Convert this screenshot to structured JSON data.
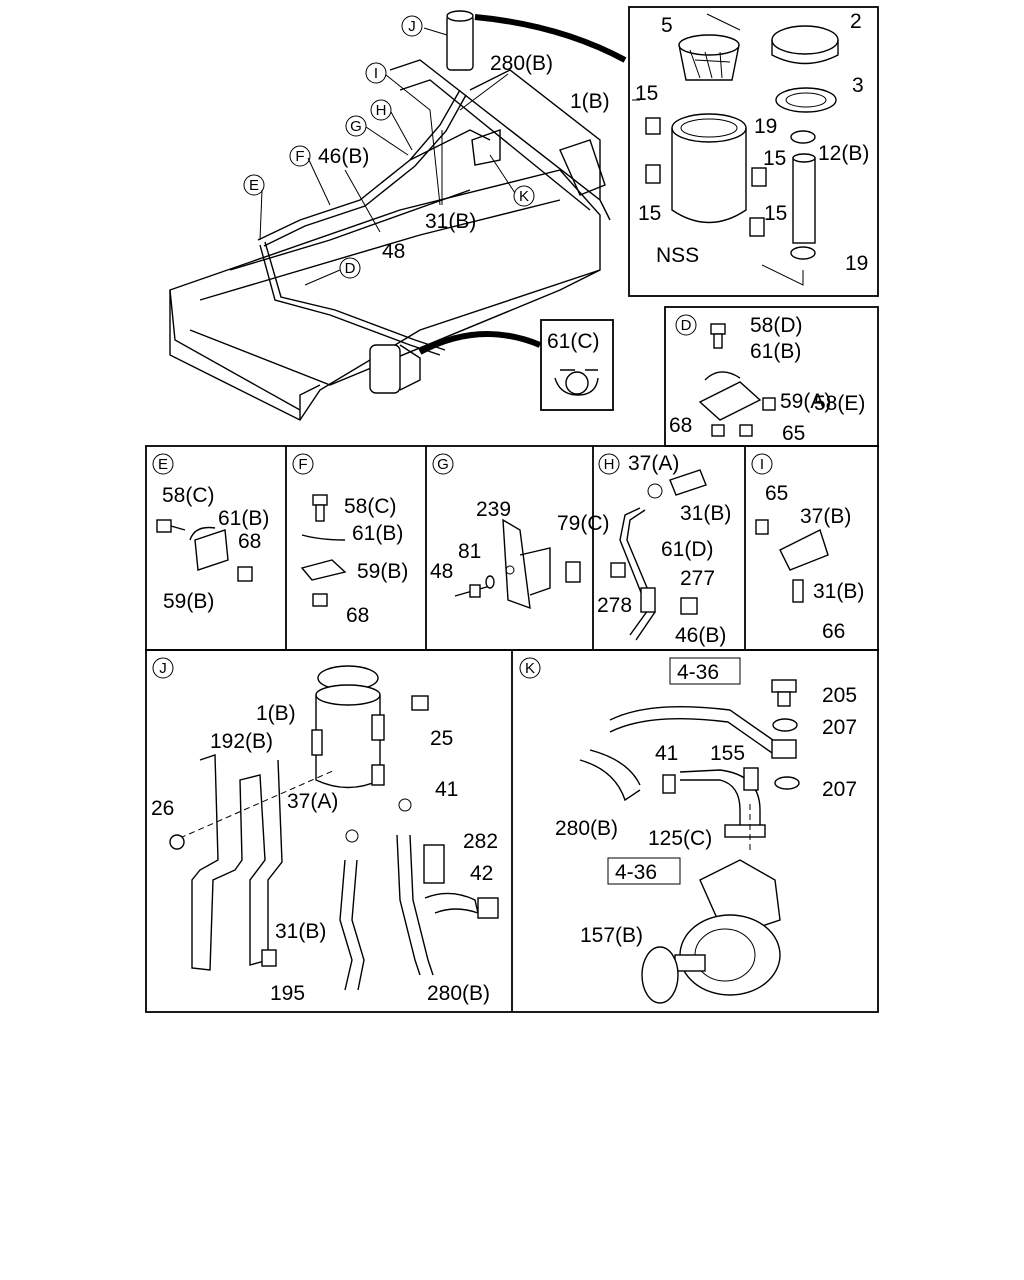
{
  "main_view": {
    "callouts": {
      "J": "J",
      "I": "I",
      "H": "H",
      "G": "G",
      "F": "F",
      "E": "E",
      "D": "D",
      "K": "K"
    },
    "labels": {
      "l280b": "280(B)",
      "l46b": "46(B)",
      "l31b": "31(B)",
      "l48": "48"
    }
  },
  "reservoir_box": {
    "labels": {
      "l1b": "1(B)",
      "l5": "5",
      "l2": "2",
      "l3": "3",
      "l15a": "15",
      "l15b": "15",
      "l15c": "15",
      "l15d": "15",
      "l19a": "19",
      "l19b": "19",
      "l12b": "12(B)",
      "lnss": "NSS"
    }
  },
  "clamp_box": {
    "label": "61(C)"
  },
  "panel_d": {
    "letter": "D",
    "labels": {
      "a": "58(D)",
      "b": "61(B)",
      "c": "58(E)",
      "d": "59(A)",
      "e": "68",
      "f": "65"
    }
  },
  "panel_e": {
    "letter": "E",
    "labels": {
      "a": "58(C)",
      "b": "61(B)",
      "c": "68",
      "d": "59(B)"
    }
  },
  "panel_f": {
    "letter": "F",
    "labels": {
      "a": "58(C)",
      "b": "61(B)",
      "c": "59(B)",
      "d": "68"
    }
  },
  "panel_g": {
    "letter": "G",
    "labels": {
      "a": "239",
      "b": "79(C)",
      "c": "81",
      "d": "48"
    }
  },
  "panel_h": {
    "letter": "H",
    "labels": {
      "a": "37(A)",
      "b": "31(B)",
      "c": "61(D)",
      "d": "277",
      "e": "278",
      "f": "46(B)"
    }
  },
  "panel_i": {
    "letter": "I",
    "labels": {
      "a": "65",
      "b": "37(B)",
      "c": "31(B)",
      "d": "66"
    }
  },
  "panel_j": {
    "letter": "J",
    "labels": {
      "a": "1(B)",
      "b": "25",
      "c": "192(B)",
      "d": "26",
      "e": "37(A)",
      "f": "41",
      "g": "282",
      "h": "42",
      "i": "31(B)",
      "j": "195",
      "k": "280(B)"
    }
  },
  "panel_k": {
    "letter": "K",
    "labels": {
      "ref1": "4-36",
      "a": "205",
      "b": "207",
      "c": "41",
      "d": "155",
      "e": "207",
      "f": "280(B)",
      "g": "125(C)",
      "ref2": "4-36",
      "h": "157(B)"
    }
  }
}
